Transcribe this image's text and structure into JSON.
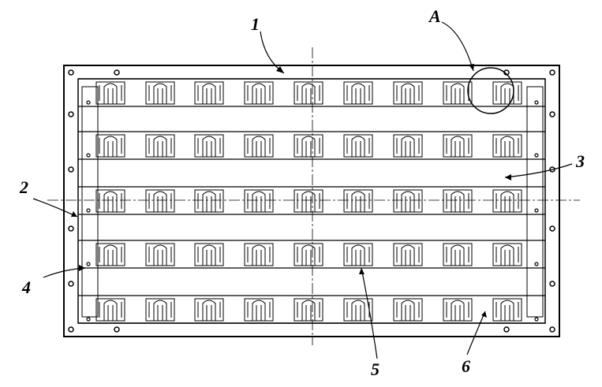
{
  "labels": {
    "l1": "1",
    "l2": "2",
    "l3": "3",
    "l4": "4",
    "l5": "5",
    "l6": "6",
    "lA": "A"
  },
  "colors": {
    "ink": "#000000",
    "paper": "#ffffff"
  }
}
